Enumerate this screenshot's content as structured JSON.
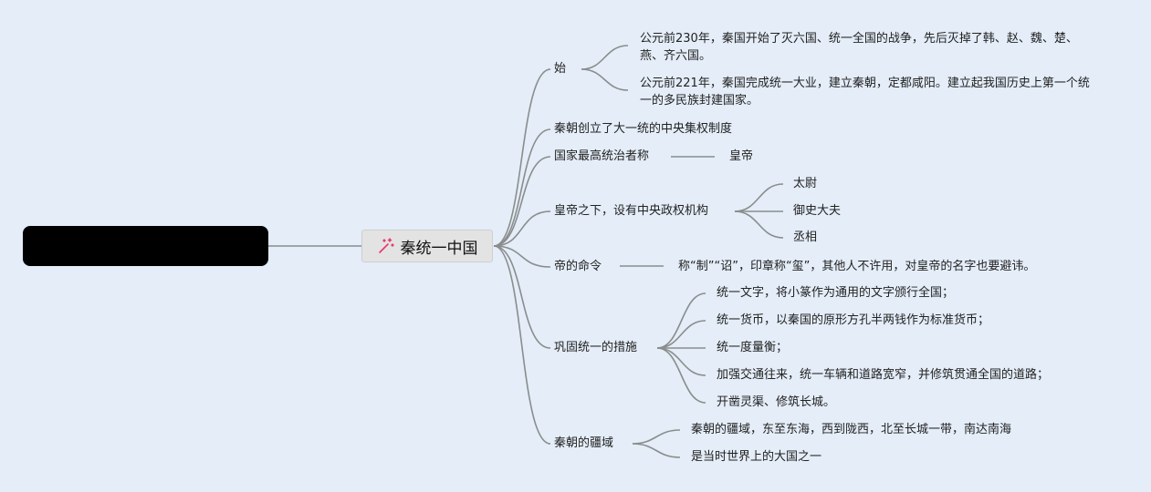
{
  "root": {
    "label": ""
  },
  "center": {
    "title": "秦统一中国",
    "icon": "magic-wand-icon",
    "icon_color": "#e8356a"
  },
  "branches": [
    {
      "label": "始",
      "children": [
        "公元前230年，秦国开始了灭六国、统一全国的战争，先后灭掉了韩、赵、魏、楚、燕、齐六国。",
        "公元前221年，秦国完成统一大业，建立秦朝，定都咸阳。建立起我国历史上第一个统一的多民族封建国家。"
      ]
    },
    {
      "label": "秦朝创立了大一统的中央集权制度",
      "children": []
    },
    {
      "label": "国家最高统治者称",
      "children": [
        "皇帝"
      ]
    },
    {
      "label": "皇帝之下，设有中央政权机构",
      "children": [
        "太尉",
        "御史大夫",
        "丞相"
      ]
    },
    {
      "label": "帝的命令",
      "children": [
        "称“制”“诏”，印章称“玺”，其他人不许用，对皇帝的名字也要避讳。"
      ]
    },
    {
      "label": "巩固统一的措施",
      "children": [
        "统一文字，将小篆作为通用的文字颁行全国；",
        "统一货币，以秦国的原形方孔半两钱作为标准货币；",
        "统一度量衡；",
        "加强交通往来，统一车辆和道路宽窄，并修筑贯通全国的道路；",
        "开凿灵渠、修筑长城。"
      ]
    },
    {
      "label": "秦朝的疆域",
      "children": [
        "秦朝的疆域，东至东海，西到陇西，北至长城一带，南达南海",
        "是当时世界上的大国之一"
      ]
    }
  ],
  "colors": {
    "background": "#e4edf8",
    "edge": "#8a8d8c",
    "root": "#000000",
    "center_fill": "#e3e3e3"
  }
}
